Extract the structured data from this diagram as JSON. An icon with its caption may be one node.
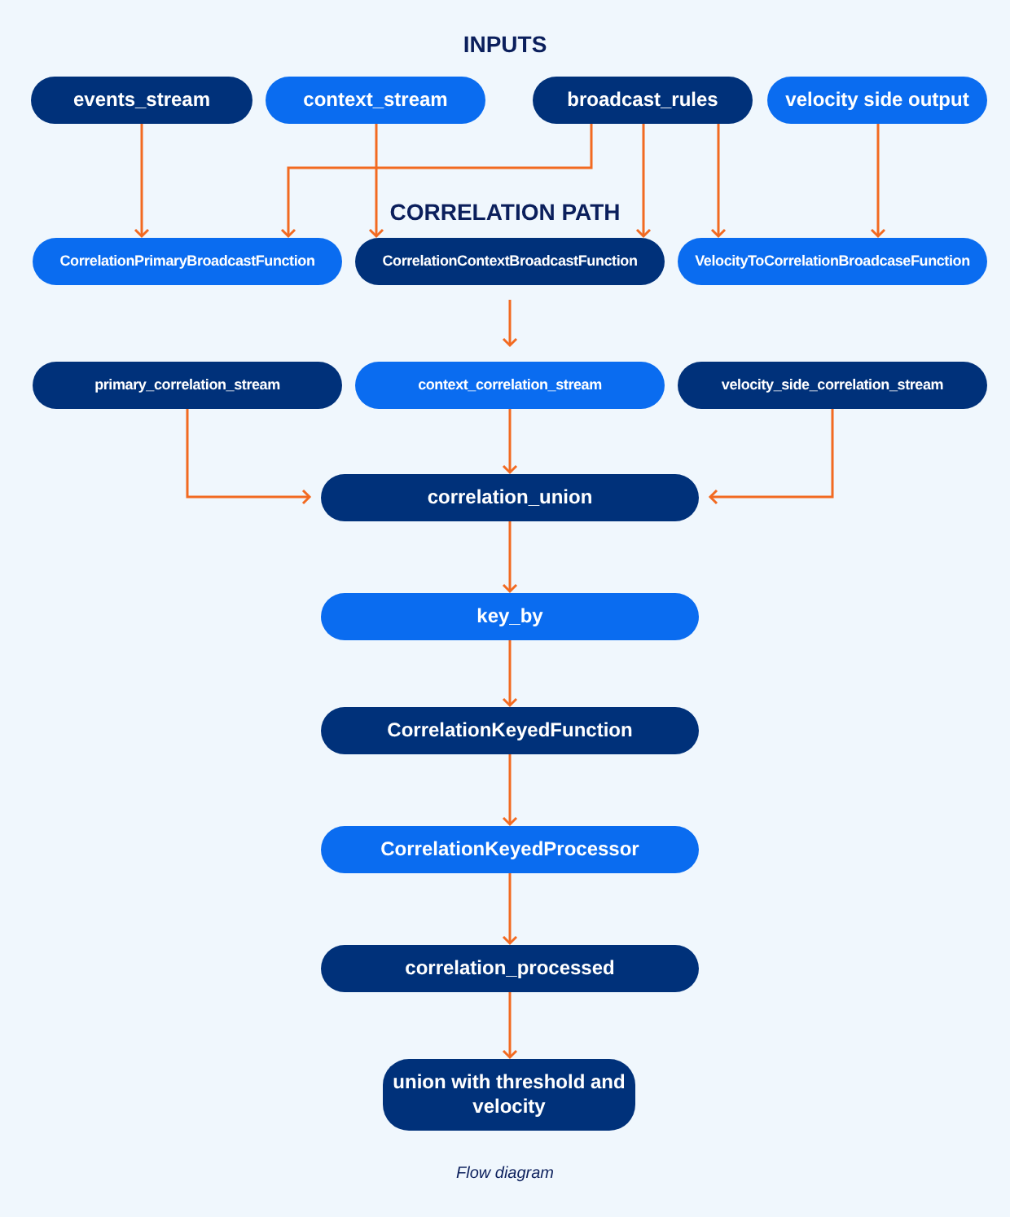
{
  "diagram": {
    "title": "INPUTS",
    "caption": "Flow diagram",
    "nodes": [
      {
        "text": [
          "events_stream"
        ]
      },
      {
        "text": [
          "context_stream"
        ]
      },
      {
        "text": [
          "broadcast_rules"
        ]
      },
      {
        "text": [
          "velocity side output"
        ]
      },
      {
        "text": [
          "CorrelationPrimaryBroadcastFunction"
        ]
      },
      {
        "text": [
          "CorrelationContextBroadcastFunction"
        ]
      },
      {
        "text": [
          "VelocityToCorrelationBroadcaseFunction"
        ]
      },
      {
        "text": [
          "primary_correlation_stream"
        ]
      },
      {
        "text": [
          "context_correlation_stream"
        ]
      },
      {
        "text": [
          "velocity_side_correlation_stream"
        ]
      },
      {
        "text": [
          "correlation_union"
        ]
      },
      {
        "text": [
          "key_by"
        ]
      },
      {
        "text": [
          "CorrelationKeyedFunction"
        ]
      },
      {
        "text": [
          "CorrelationKeyedProcessor"
        ]
      },
      {
        "text": [
          "correlation_processed"
        ]
      },
      {
        "text": [
          "union with threshold and velocity"
        ]
      }
    ],
    "edges": [
      {
        "from": 0,
        "to": 4,
        "arrow": "to"
      },
      {
        "from": 2,
        "to": 4,
        "arrow": "to"
      },
      {
        "from": 1,
        "to": 5,
        "arrow": "to"
      },
      {
        "from": 2,
        "to": 5,
        "arrow": "to"
      },
      {
        "from": 2,
        "to": 6,
        "arrow": "to"
      },
      {
        "from": 3,
        "to": 6,
        "arrow": "to"
      },
      {
        "from": 5,
        "to": 8,
        "arrow": "to"
      },
      {
        "from": 7,
        "to": 10,
        "arrow": "to"
      },
      {
        "from": 8,
        "to": 10,
        "arrow": "to"
      },
      {
        "from": 9,
        "to": 10,
        "arrow": "to"
      },
      {
        "from": 10,
        "to": 11,
        "arrow": "to"
      },
      {
        "from": 11,
        "to": 12,
        "arrow": "to"
      },
      {
        "from": 12,
        "to": 13,
        "arrow": "to"
      },
      {
        "from": 13,
        "to": 14,
        "arrow": "to"
      },
      {
        "from": 14,
        "to": 15,
        "arrow": "to"
      }
    ],
    "labels": [
      "CORRELATION PATH"
    ]
  }
}
